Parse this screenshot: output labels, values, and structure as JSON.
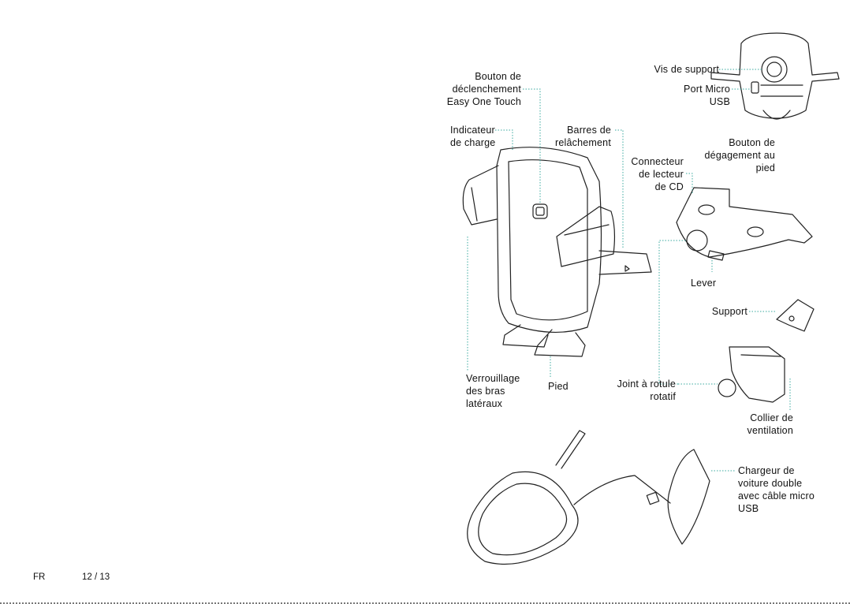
{
  "footer": {
    "language": "FR",
    "page": "12 / 13"
  },
  "labels": {
    "release_button": "Bouton de\ndéclenchement\nEasy One Touch",
    "charge_indicator": "Indicateur\nde charge",
    "release_bars": "Barres de\nrelâchement",
    "side_arm_lock": "Verrouillage\ndes bras\nlatéraux",
    "foot": "Pied",
    "support_screw": "Vis de support",
    "micro_usb_port": "Port Micro\nUSB",
    "foot_release_button": "Bouton de\ndégagement au\npied",
    "cd_connector": "Connecteur\nde lecteur\nde CD",
    "lever": "Lever",
    "support": "Support",
    "ball_joint": "Joint à rotule\nrotatif",
    "vent_collar": "Collier de\nventilation",
    "car_charger": "Chargeur de\nvoiture double\navec câble micro\nUSB"
  },
  "colors": {
    "leader": "#3aa99f",
    "line": "#222222"
  }
}
